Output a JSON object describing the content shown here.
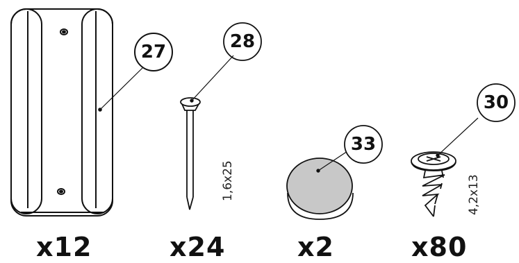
{
  "parts": [
    {
      "callout": "27",
      "quantity": "x12"
    },
    {
      "callout": "28",
      "quantity": "x24",
      "dimension": "1,6x25"
    },
    {
      "callout": "33",
      "quantity": "x2"
    },
    {
      "callout": "30",
      "quantity": "x80",
      "dimension": "4,2x13"
    }
  ],
  "colors": {
    "line": "#111111",
    "pad_fill": "#c8c8c8"
  }
}
